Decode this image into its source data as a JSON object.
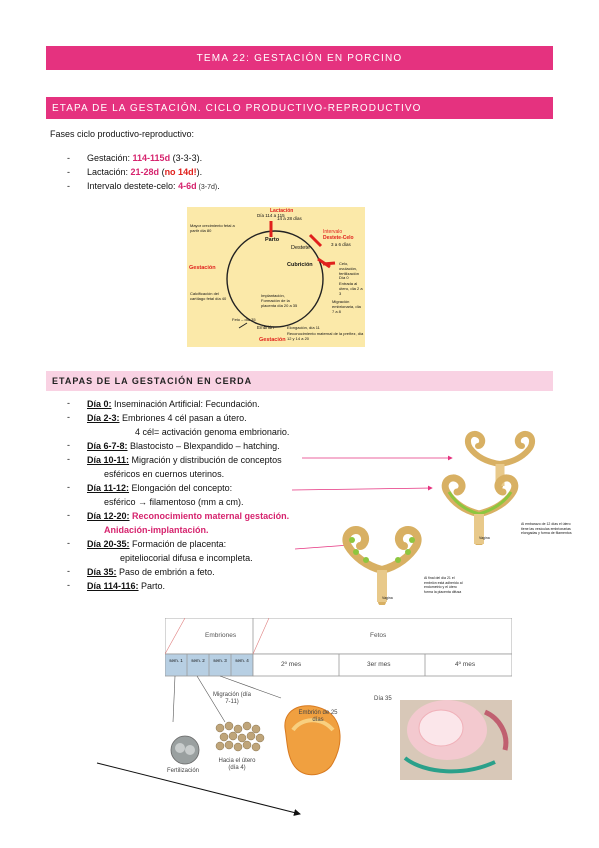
{
  "header": {
    "title": "TEMA 22: GESTACIÓN EN PORCINO"
  },
  "section1": {
    "title": "ETAPA DE LA GESTACIÓN. CICLO PRODUCTIVO-REPRODUCTIVO",
    "intro": "Fases ciclo productivo-reproductivo:",
    "phases": [
      {
        "label": "Gestación: ",
        "value": "114-115d",
        "extra": " (3-3-3)."
      },
      {
        "label": "Lactación: ",
        "value": "21-28d",
        "extra_open": " (",
        "extra_red": "no 14d!",
        "extra_close": ")."
      },
      {
        "label": "Intervalo destete-celo: ",
        "value": "4-6d",
        "extra_small": " (3-7d)",
        "extra_end": "."
      }
    ]
  },
  "cycle_diagram": {
    "labels": {
      "lactacion": "Lactación",
      "lactacion_days": "14 a 28 días",
      "dia114": "Día 114 a 115",
      "parto": "Parto",
      "destete": "Destete",
      "intervalo": "Intervalo",
      "destete_celo": "Destete-Celo",
      "intervalo_days": "3 a 6 días",
      "cubricion": "Cubrición",
      "celo": "Celo, ovulación, fertilización",
      "dia0": "Día 0",
      "entrada_utero": "Entrada al útero, día 2 a 3",
      "migracion": "Migración embrionaria, día 7 a 8",
      "elongacion": "Elongación, día 11",
      "reconocimiento": "Reconocimiento maternal de la preñez, día 12 y 14 a 20",
      "gestacion_left": "Gestación",
      "gestacion_bottom": "Gestación",
      "mayor_crecimiento": "Mayor crecimiento fetal a partir día 80",
      "calcificacion": "Calcificación del cartílago fetal día 40",
      "implantacion": "Implantación, Formación de la placenta día 20 a 35",
      "feto_dia": "Feto – día 35",
      "embrion": "Embrión"
    }
  },
  "section2": {
    "title": "ETAPAS DE LA GESTACIÓN EN CERDA",
    "stages": [
      {
        "day": "Día 0:",
        "text": " Inseminación Artificial: Fecundación."
      },
      {
        "day": "Día 2-3:",
        "text": " Embriones 4 cél pasan a útero."
      },
      {
        "cont": "4 cél= activación genoma embrionario."
      },
      {
        "day": "Día 6-7-8:",
        "text": " Blastocisto – Blexpandido – hatching."
      },
      {
        "day": "Día 10-11:",
        "text": " Migración y distribución de conceptos"
      },
      {
        "cont": "esféricos en cuernos uterinos."
      },
      {
        "day": "Día 11-12:",
        "text": " Elongación del concepto:"
      },
      {
        "cont": "esférico → filamentoso (mm a cm)."
      },
      {
        "day": "Día 12-20:",
        "text": " Reconocimiento maternal gestación.",
        "pink": true
      },
      {
        "cont": "Anidación-implantación.",
        "pink": true
      },
      {
        "day": "Día 20-35:",
        "text": "  Formación de placenta:"
      },
      {
        "cont": "epiteliocorial difusa e incompleta."
      },
      {
        "day": "Día 35:",
        "text": " Paso de embrión a feto."
      },
      {
        "day": "Día 114-116:",
        "text": " Parto."
      }
    ],
    "uterus_caption_1": "Al embarazo de 12 días el útero tiene las vesículas embrionarias elongadas y forma de filamentos",
    "uterus_caption_2": "Al final del día 21 el embrión está adherido al endometrio y el útero forma la placenta difusa",
    "vagina_1": "Vagina",
    "vagina_2": "Vagina"
  },
  "timeline": {
    "embriones": "Embriones",
    "fetos": "Fetos",
    "weeks": [
      "sem. 1",
      "sem. 2",
      "sem. 3",
      "sem. 4"
    ],
    "months": [
      "2º mes",
      "3er mes",
      "4º mes"
    ],
    "migracion": "Migración (día 7-11)",
    "embrion25": "Embrión de 25 días",
    "dia35": "Día 35",
    "hacia_utero": "Hacia el útero (día 4)",
    "fertilizacion": "Fertilización"
  },
  "colors": {
    "accent": "#e5327f",
    "light_accent": "#f9d2e3",
    "highlight_pink": "#d6246e",
    "highlight_red": "#e0201c",
    "diagram_bg": "#fbe9a9"
  }
}
